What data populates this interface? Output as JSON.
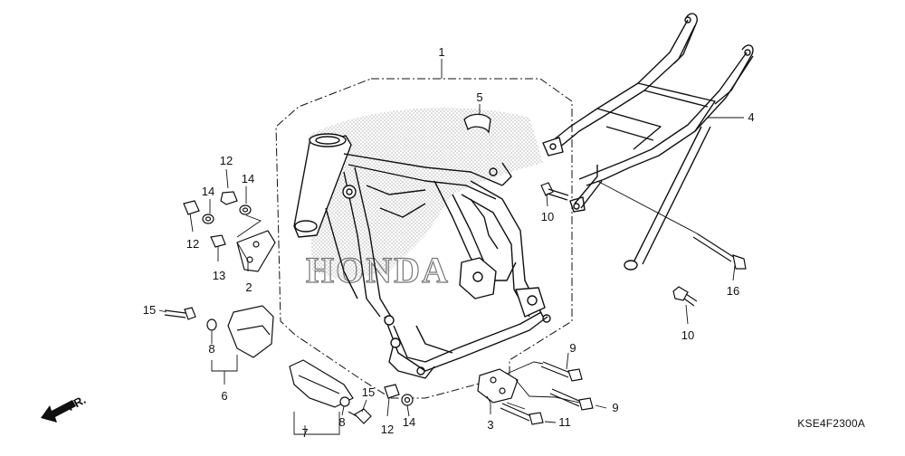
{
  "diagram": {
    "diagram_code": "KSE4F2300A",
    "direction_mark": "FR.",
    "watermark_text": "HONDA",
    "callouts": {
      "c1": "1",
      "c5": "5",
      "c4": "4",
      "c12a": "12",
      "c14a": "14",
      "c14b": "14",
      "c12b": "12",
      "c13": "13",
      "c2": "2",
      "c10a": "10",
      "c16": "16",
      "c10b": "10",
      "c15a": "15",
      "c8a": "8",
      "c6": "6",
      "c15b": "15",
      "c8b": "8",
      "c7": "7",
      "c12c": "12",
      "c14c": "14",
      "c3": "3",
      "c9a": "9",
      "c9b": "9",
      "c11": "11"
    }
  },
  "colors": {
    "ink": "#111111",
    "stipple": "#7a7a7a"
  }
}
